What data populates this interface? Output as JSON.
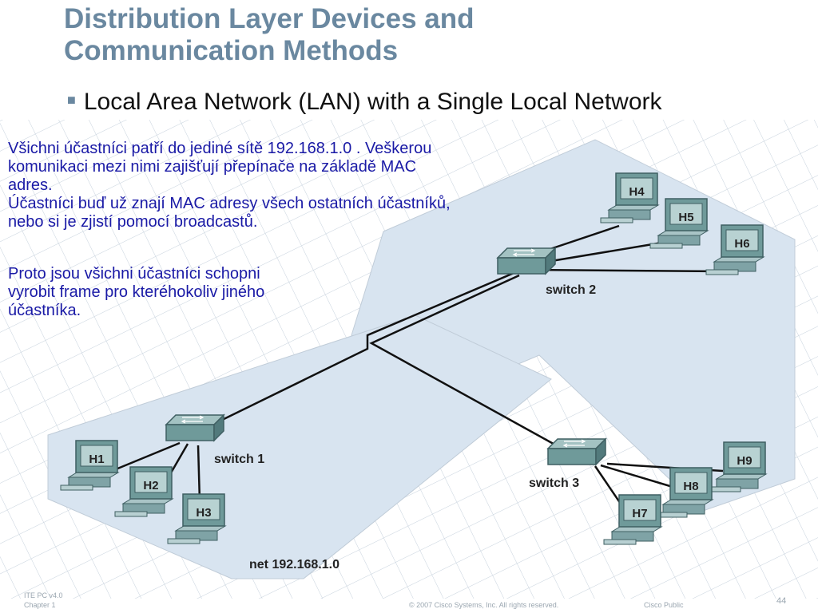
{
  "slide": {
    "title_line1": "Distribution Layer Devices and",
    "title_line2": "Communication Methods",
    "bullet": "Local Area Network (LAN) with a Single Local Network"
  },
  "note": {
    "line1": "Všichni účastníci patří do jediné sítě 192.168.1.0 . Veškerou",
    "line2": "komunikaci mezi nimi zajišťují přepínače na základě MAC",
    "line3": "adres.",
    "line4": "Účastníci buď už znají MAC adresy všech ostatních účastníků,",
    "line5": "nebo si je zjistí pomocí broadcastů.",
    "para2_line1": "Proto jsou všichni účastníci schopni",
    "para2_line2": "vyrobit frame pro kteréhokoliv jiného",
    "para2_line3": "účastníka."
  },
  "diagram": {
    "switches": {
      "s1": "switch 1",
      "s2": "switch 2",
      "s3": "switch 3"
    },
    "hosts": {
      "h1": "H1",
      "h2": "H2",
      "h3": "H3",
      "h4": "H4",
      "h5": "H5",
      "h6": "H6",
      "h7": "H7",
      "h8": "H8",
      "h9": "H9"
    },
    "net_label": "net 192.168.1.0",
    "colors": {
      "floor": "#d8e4f0",
      "device": "#6f9a9a",
      "cable": "#111111"
    }
  },
  "footer": {
    "course": "ITE PC v4.0",
    "chapter": "Chapter 1",
    "copyright": "© 2007 Cisco Systems, Inc. All rights reserved.",
    "classification": "Cisco Public",
    "page": "44"
  }
}
